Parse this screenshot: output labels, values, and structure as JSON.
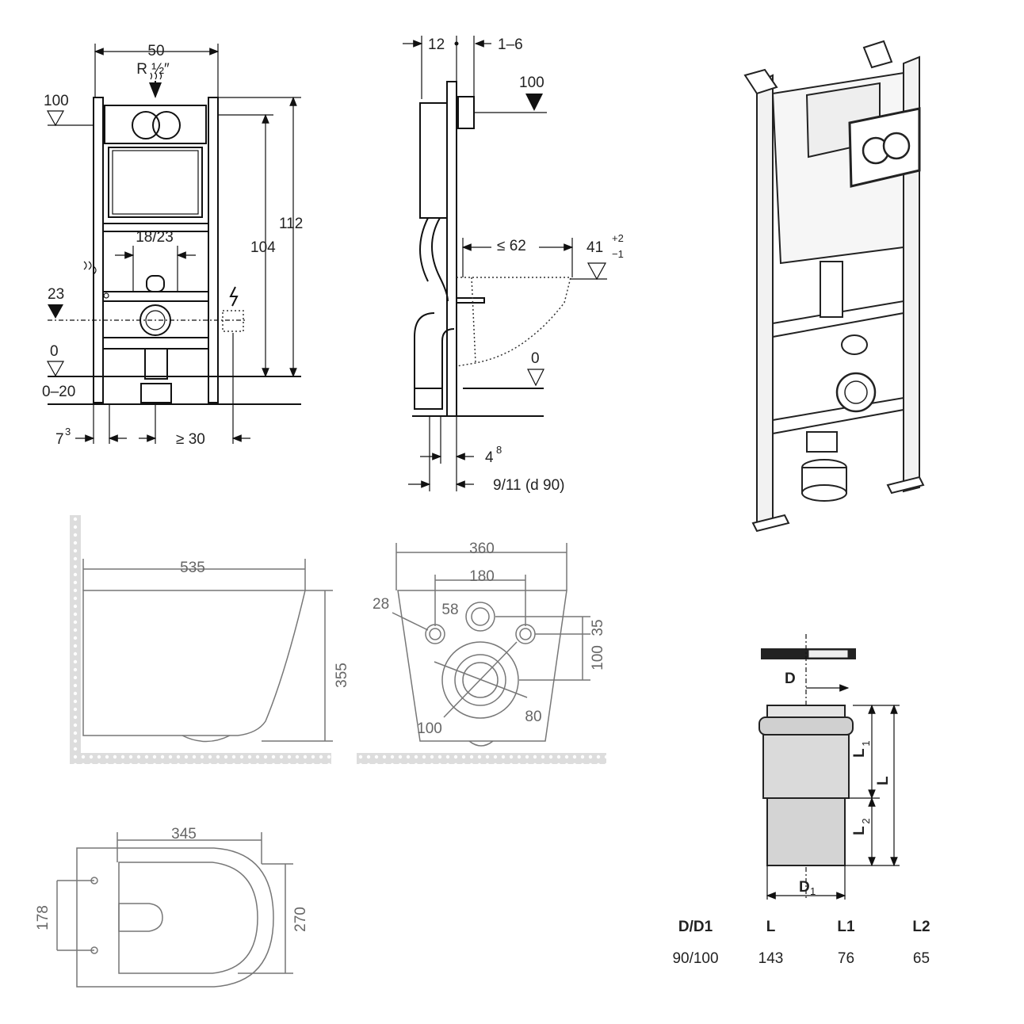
{
  "frame_front": {
    "width_top": "50",
    "connection": "R ½″",
    "level_100": "100",
    "height_104": "104",
    "height_112": "112",
    "spacing": "18/23",
    "level_23": "23",
    "level_0": "0",
    "range_0_20": "0–20",
    "offset_7": "7",
    "offset_7_sup": "3",
    "min_30": "≥ 30"
  },
  "frame_side": {
    "d12": "12",
    "d1_6": "1–6",
    "level_100": "100",
    "max_62": "≤ 62",
    "h41": "41",
    "h41_plus": "+2",
    "h41_minus": "−1",
    "level_0": "0",
    "d4": "4",
    "d4_sup": "8",
    "pipe": "9/11 (d 90)"
  },
  "bowl_side": {
    "length": "535",
    "height": "355"
  },
  "bowl_back": {
    "width": "360",
    "bolt_spacing": "180",
    "bolt_diam": "28",
    "inlet_diam": "58",
    "inlet_h": "35",
    "drop": "100",
    "outlet_outer": "100",
    "outlet_inner": "80"
  },
  "bowl_top": {
    "length": "345",
    "bolt_spacing": "178",
    "width": "270"
  },
  "connector": {
    "label_D": "D",
    "label_D1": "D",
    "label_D1_sub": "1",
    "label_L": "L",
    "label_L1": "L",
    "label_L1_sub": "1",
    "label_L2": "L",
    "label_L2_sub": "2"
  },
  "table": {
    "headers": [
      "D/D1",
      "L",
      "L1",
      "L2"
    ],
    "values": [
      "90/100",
      "143",
      "76",
      "65"
    ]
  }
}
